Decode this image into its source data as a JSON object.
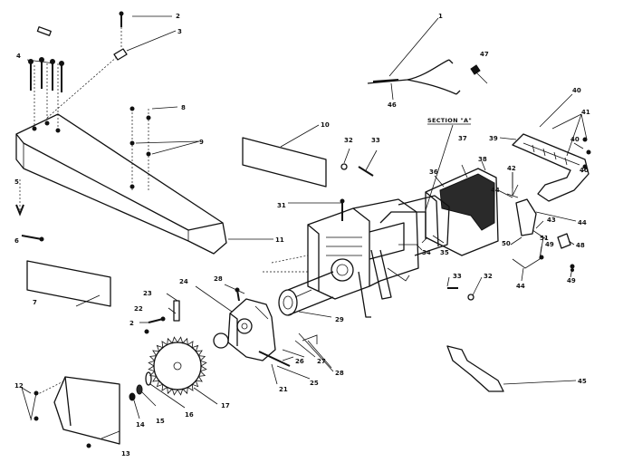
{
  "diagram": {
    "section_label": "SECTION \"A\"",
    "callouts": [
      {
        "id": "c1",
        "text": "1"
      },
      {
        "id": "c2a",
        "text": "2"
      },
      {
        "id": "c2b",
        "text": "2"
      },
      {
        "id": "c3",
        "text": "3"
      },
      {
        "id": "c4",
        "text": "4"
      },
      {
        "id": "c5",
        "text": "5"
      },
      {
        "id": "c6",
        "text": "6"
      },
      {
        "id": "c7",
        "text": "7"
      },
      {
        "id": "c8",
        "text": "8"
      },
      {
        "id": "c9",
        "text": "9"
      },
      {
        "id": "c10",
        "text": "10"
      },
      {
        "id": "c11",
        "text": "11"
      },
      {
        "id": "c12",
        "text": "12"
      },
      {
        "id": "c13",
        "text": "13"
      },
      {
        "id": "c14",
        "text": "14"
      },
      {
        "id": "c15",
        "text": "15"
      },
      {
        "id": "c16",
        "text": "16"
      },
      {
        "id": "c17",
        "text": "17"
      },
      {
        "id": "c21",
        "text": "21"
      },
      {
        "id": "c22",
        "text": "22"
      },
      {
        "id": "c23",
        "text": "23"
      },
      {
        "id": "c24",
        "text": "24"
      },
      {
        "id": "c25",
        "text": "25"
      },
      {
        "id": "c26",
        "text": "26"
      },
      {
        "id": "c27",
        "text": "27"
      },
      {
        "id": "c28a",
        "text": "28"
      },
      {
        "id": "c28b",
        "text": "28"
      },
      {
        "id": "c29",
        "text": "29"
      },
      {
        "id": "c31",
        "text": "31"
      },
      {
        "id": "c32a",
        "text": "32"
      },
      {
        "id": "c32b",
        "text": "32"
      },
      {
        "id": "c33a",
        "text": "33"
      },
      {
        "id": "c33b",
        "text": "33"
      },
      {
        "id": "c34",
        "text": "34"
      },
      {
        "id": "c35",
        "text": "35"
      },
      {
        "id": "c36",
        "text": "36"
      },
      {
        "id": "c37",
        "text": "37"
      },
      {
        "id": "c38",
        "text": "38"
      },
      {
        "id": "c39",
        "text": "39"
      },
      {
        "id": "c40a",
        "text": "40"
      },
      {
        "id": "c40b",
        "text": "40"
      },
      {
        "id": "c40c",
        "text": "40"
      },
      {
        "id": "c41",
        "text": "41"
      },
      {
        "id": "c42",
        "text": "42"
      },
      {
        "id": "c43",
        "text": "43"
      },
      {
        "id": "c44a",
        "text": "44"
      },
      {
        "id": "c44b",
        "text": "44"
      },
      {
        "id": "c44c",
        "text": "44"
      },
      {
        "id": "c45",
        "text": "45"
      },
      {
        "id": "c46",
        "text": "46"
      },
      {
        "id": "c47",
        "text": "47"
      },
      {
        "id": "c48",
        "text": "48"
      },
      {
        "id": "c49a",
        "text": "49"
      },
      {
        "id": "c49b",
        "text": "49"
      },
      {
        "id": "c50",
        "text": "50"
      },
      {
        "id": "c51",
        "text": "51"
      }
    ]
  }
}
